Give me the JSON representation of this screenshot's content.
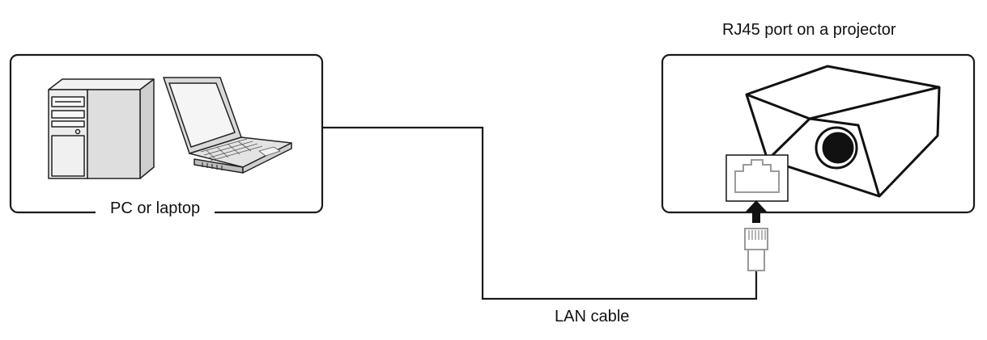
{
  "labels": {
    "projector_port": "RJ45 port on a projector",
    "pc_or_laptop": "PC or laptop",
    "lan_cable": "LAN cable"
  },
  "colors": {
    "line": "#1a1a1a",
    "device_fill": "#e6e6e6",
    "connector_gray": "#9a9a9a",
    "arrow": "#111111"
  },
  "icons": [
    "desktop-tower-icon",
    "laptop-icon",
    "projector-icon",
    "rj45-port-icon",
    "rj45-plug-icon",
    "up-arrow-icon"
  ]
}
